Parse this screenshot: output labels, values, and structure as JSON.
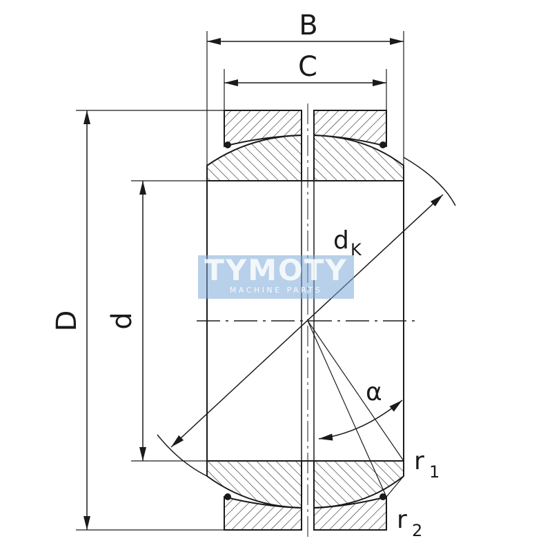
{
  "labels": {
    "B": "B",
    "C": "C",
    "D": "D",
    "d": "d",
    "dK_main": "d",
    "dK_sub": "K",
    "alpha": "α",
    "r1_main": "r",
    "r1_sub": "1",
    "r2_main": "r",
    "r2_sub": "2"
  },
  "watermark": {
    "title": "TYMOTY",
    "subtitle": "MACHINE PARTS"
  },
  "colors": {
    "line": "#1a1a1a",
    "watermark_bg": "#7daad7"
  }
}
